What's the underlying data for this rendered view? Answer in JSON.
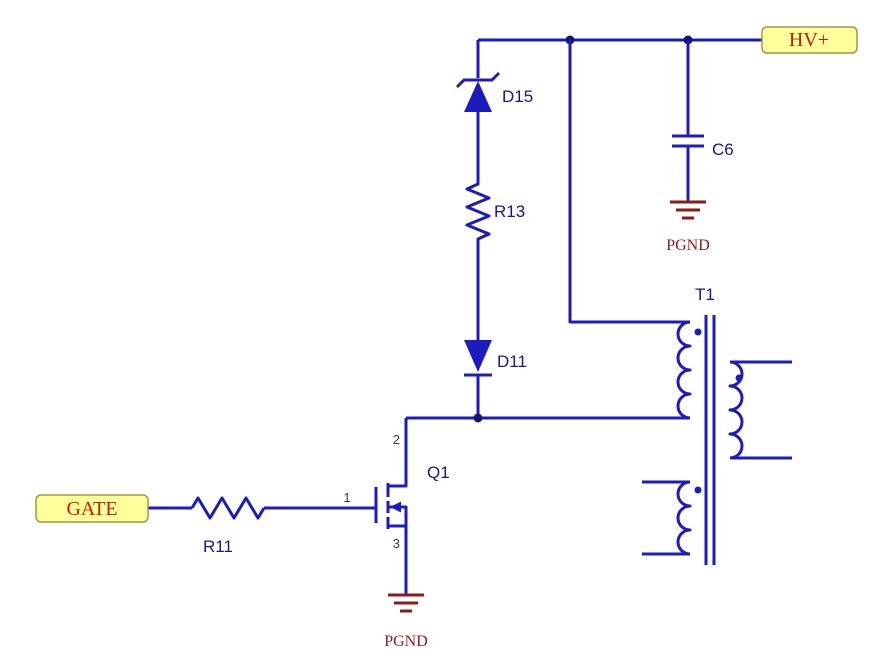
{
  "diagram": {
    "title": "flyback-primary-snubber-schematic",
    "ports": {
      "gate": "GATE",
      "hv_plus": "HV+"
    },
    "components": {
      "r11": {
        "designator": "R11",
        "type": "resistor"
      },
      "r13": {
        "designator": "R13",
        "type": "resistor"
      },
      "d15": {
        "designator": "D15",
        "type": "zener-diode"
      },
      "d11": {
        "designator": "D11",
        "type": "diode"
      },
      "c6": {
        "designator": "C6",
        "type": "capacitor"
      },
      "q1": {
        "designator": "Q1",
        "type": "n-mosfet",
        "pins": {
          "gate": "1",
          "drain": "2",
          "source": "3"
        }
      },
      "t1": {
        "designator": "T1",
        "type": "transformer"
      }
    },
    "nets": {
      "ground_q1": "PGND",
      "ground_c6": "PGND"
    }
  },
  "colors": {
    "wire": "#1c1cbe",
    "junction": "#151570",
    "designator": "#17178f",
    "ground": "#8b1a1a",
    "pin-number": "#3a3a3a",
    "port-text": "#c11b00",
    "port-fill": "#ffff9c",
    "port-border": "#9b9b43",
    "background": "#ffffff"
  }
}
